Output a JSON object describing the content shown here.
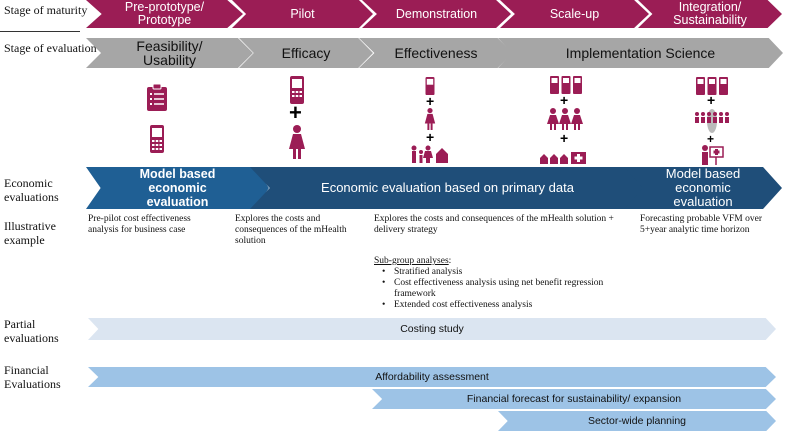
{
  "row_labels": {
    "maturity": "Stage of maturity",
    "evaluation": "Stage of evaluation",
    "economic": "Economic evaluations",
    "illustrative": "Illustrative example",
    "partial": "Partial evaluations",
    "financial": "Financial Evaluations"
  },
  "maturity_stages": [
    "Pre-prototype/ Prototype",
    "Pilot",
    "Demonstration",
    "Scale-up",
    "Integration/ Sustainability"
  ],
  "evaluation_stages": [
    "Feasibility/ Usability",
    "Efficacy",
    "Effectiveness",
    "Implementation Science"
  ],
  "economic": {
    "model_left": "Model based economic evaluation",
    "primary": "Economic evaluation based on primary data",
    "model_right": "Model based economic evaluation"
  },
  "illustrative": {
    "col1": "Pre-pilot cost effectiveness analysis for business case",
    "col2": "Explores the costs and consequences of the mHealth solution",
    "col3": "Explores the costs and consequences of the mHealth solution + delivery strategy",
    "col4": "Forecasting probable VFM over 5+year analytic time horizon",
    "subgroup_title": "Sub-group analyses",
    "subgroup_items": [
      "Stratified analysis",
      "Cost effectiveness analysis using net benefit regression framework",
      "Extended cost effectiveness analysis"
    ]
  },
  "partial": {
    "costing": "Costing study"
  },
  "financial": {
    "affordability": "Affordability assessment",
    "forecast": "Financial forecast for sustainability/ expansion",
    "sector": "Sector-wide planning"
  },
  "colors": {
    "maroon": "#9b1d55",
    "grey": "#a6a6a6",
    "navy": "#1f4e79",
    "light_blue": "#dbe5f1",
    "mid_blue": "#9dc3e6"
  },
  "icons": [
    "clipboard-icon",
    "mobile-phone-icon",
    "woman-icon",
    "family-icon",
    "house-icon",
    "doctor-icon",
    "clinic-icon"
  ]
}
